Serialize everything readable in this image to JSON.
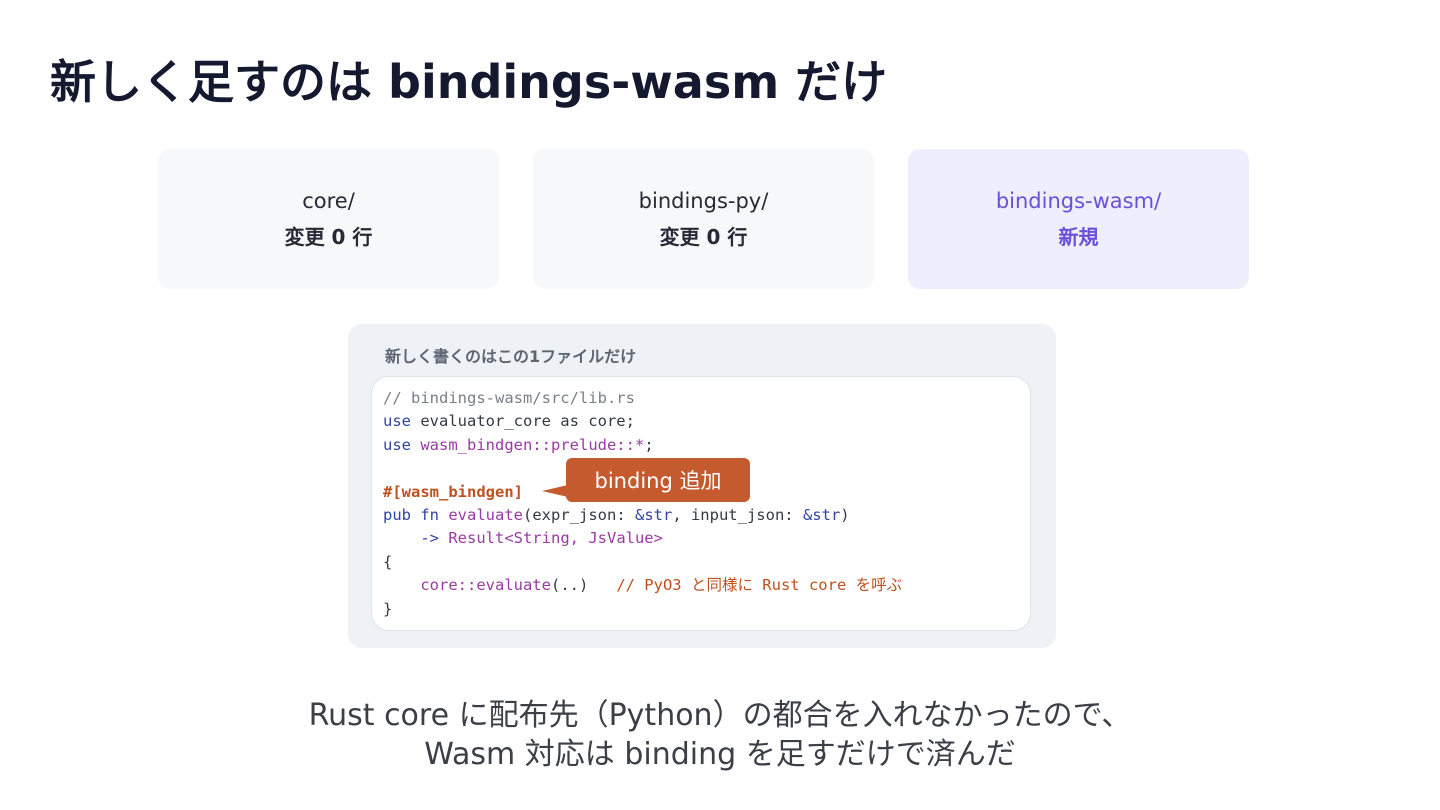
{
  "title": "新しく足すのは bindings-wasm だけ",
  "cards": [
    {
      "name": "core/",
      "status": "変更 0 行"
    },
    {
      "name": "bindings-py/",
      "status": "変更 0 行"
    },
    {
      "name": "bindings-wasm/",
      "status": "新規"
    }
  ],
  "code_panel": {
    "caption": "新しく書くのはこの1ファイルだけ",
    "lines": [
      [
        {
          "t": "// bindings-wasm/src/lib.rs",
          "c": "comment"
        }
      ],
      [
        {
          "t": "use",
          "c": "kw"
        },
        {
          "t": " evaluator_core as core;",
          "c": "plain"
        }
      ],
      [
        {
          "t": "use",
          "c": "kw"
        },
        {
          "t": " ",
          "c": "plain"
        },
        {
          "t": "wasm_bindgen::prelude::*",
          "c": "path"
        },
        {
          "t": ";",
          "c": "plain"
        }
      ],
      [
        {
          "t": "",
          "c": "plain"
        }
      ],
      [
        {
          "t": "#[wasm_bindgen]",
          "c": "attr"
        }
      ],
      [
        {
          "t": "pub fn",
          "c": "kw"
        },
        {
          "t": " ",
          "c": "plain"
        },
        {
          "t": "evaluate",
          "c": "fn"
        },
        {
          "t": "(expr_json: ",
          "c": "plain"
        },
        {
          "t": "&str",
          "c": "kw"
        },
        {
          "t": ", input_json: ",
          "c": "plain"
        },
        {
          "t": "&str",
          "c": "kw"
        },
        {
          "t": ")",
          "c": "plain"
        }
      ],
      [
        {
          "t": "    ",
          "c": "plain"
        },
        {
          "t": "->",
          "c": "kw"
        },
        {
          "t": " ",
          "c": "plain"
        },
        {
          "t": "Result<String, JsValue>",
          "c": "path"
        }
      ],
      [
        {
          "t": "{",
          "c": "plain"
        }
      ],
      [
        {
          "t": "    ",
          "c": "plain"
        },
        {
          "t": "core::evaluate",
          "c": "path"
        },
        {
          "t": "(..)   ",
          "c": "plain"
        },
        {
          "t": "// PyO3 と同様に Rust core を呼ぶ",
          "c": "note"
        }
      ],
      [
        {
          "t": "}",
          "c": "plain"
        }
      ]
    ],
    "callout": "binding 追加"
  },
  "footer": {
    "line1": "Rust core に配布先（Python）の都合を入れなかったので、",
    "line2": "Wasm 対応は binding を足すだけで済んだ"
  },
  "colors": {
    "title": "#15192f",
    "card_bg": "#f7f8fa",
    "card_new_bg": "#efeefd",
    "card_new_text": "#6b4fd8",
    "callout_bg": "#c45a2e"
  }
}
